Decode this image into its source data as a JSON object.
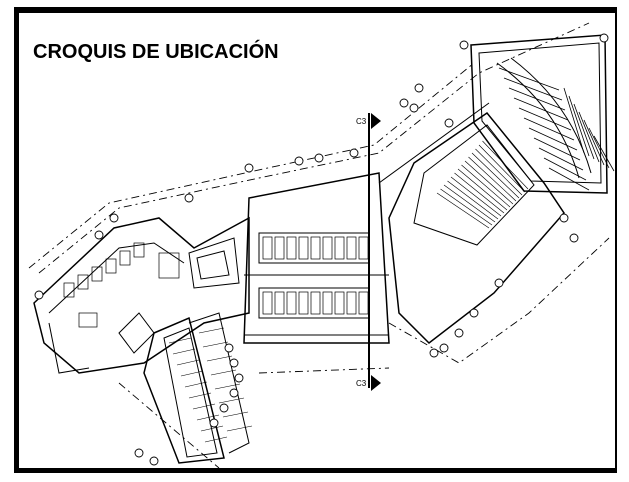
{
  "title": "CROQUIS DE UBICACIÓN",
  "section_marker_top": "C3",
  "section_marker_bottom": "C3",
  "colors": {
    "line": "#000000",
    "background": "#ffffff"
  }
}
